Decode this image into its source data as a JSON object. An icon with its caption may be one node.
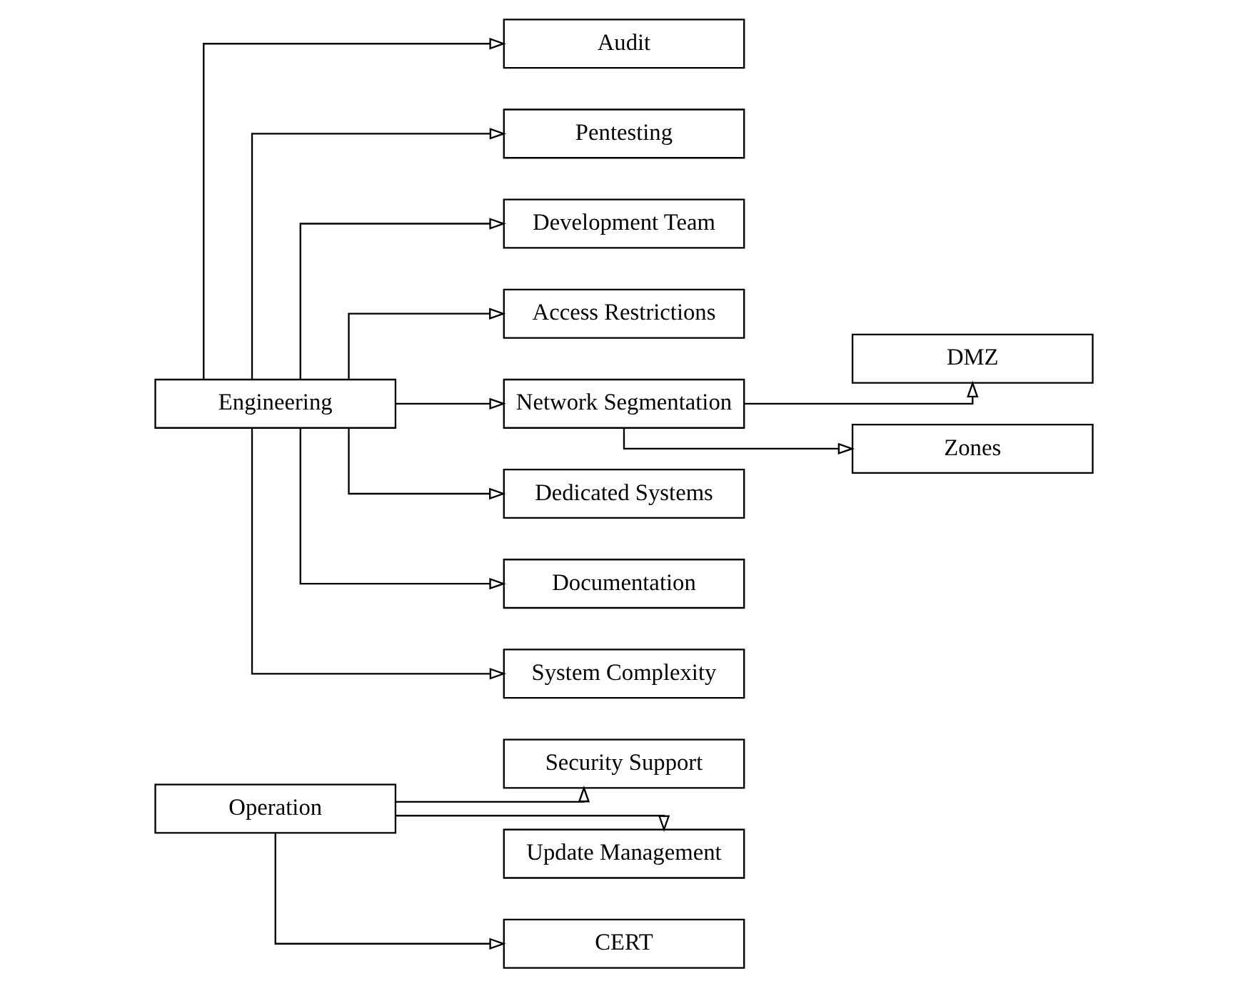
{
  "diagram": {
    "nodes": [
      {
        "text": [
          "Engineering"
        ]
      },
      {
        "text": [
          "Audit"
        ]
      },
      {
        "text": [
          "Pentesting"
        ]
      },
      {
        "text": [
          "Development Team"
        ]
      },
      {
        "text": [
          "Access Restrictions"
        ]
      },
      {
        "text": [
          "Network Segmentation"
        ]
      },
      {
        "text": [
          "DMZ"
        ]
      },
      {
        "text": [
          "Zones"
        ]
      },
      {
        "text": [
          "Dedicated Systems"
        ]
      },
      {
        "text": [
          "Documentation"
        ]
      },
      {
        "text": [
          "System Complexity"
        ]
      },
      {
        "text": [
          "Operation"
        ]
      },
      {
        "text": [
          "Security Support"
        ]
      },
      {
        "text": [
          "Update Management"
        ]
      },
      {
        "text": [
          "CERT"
        ]
      }
    ],
    "edges": [
      {
        "from": 0,
        "to": 1,
        "arrow": "to"
      },
      {
        "from": 0,
        "to": 2,
        "arrow": "to"
      },
      {
        "from": 0,
        "to": 3,
        "arrow": "to"
      },
      {
        "from": 0,
        "to": 4,
        "arrow": "to"
      },
      {
        "from": 0,
        "to": 5,
        "arrow": "to"
      },
      {
        "from": 5,
        "to": 6,
        "arrow": "to"
      },
      {
        "from": 5,
        "to": 7,
        "arrow": "to"
      },
      {
        "from": 0,
        "to": 8,
        "arrow": "to"
      },
      {
        "from": 0,
        "to": 9,
        "arrow": "to"
      },
      {
        "from": 0,
        "to": 10,
        "arrow": "to"
      },
      {
        "from": 11,
        "to": 12,
        "arrow": "to"
      },
      {
        "from": 11,
        "to": 13,
        "arrow": "to"
      },
      {
        "from": 11,
        "to": 14,
        "arrow": "to"
      }
    ]
  }
}
